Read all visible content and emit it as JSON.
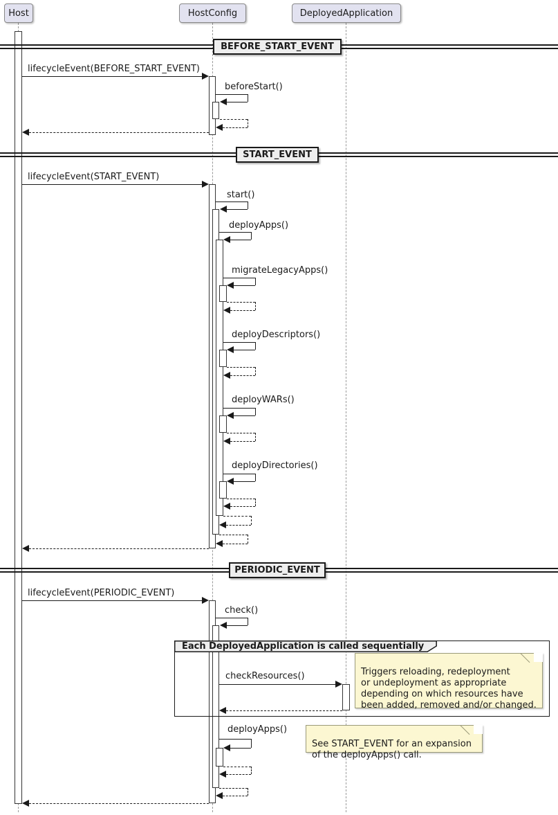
{
  "participants": [
    {
      "label": "Host"
    },
    {
      "label": "HostConfig"
    },
    {
      "label": "DeployedApplication"
    }
  ],
  "dividers": [
    {
      "label": "BEFORE_START_EVENT"
    },
    {
      "label": "START_EVENT"
    },
    {
      "label": "PERIODIC_EVENT"
    }
  ],
  "messages": {
    "lifecycle_before": "lifecycleEvent(BEFORE_START_EVENT)",
    "before_start": "beforeStart()",
    "lifecycle_start": "lifecycleEvent(START_EVENT)",
    "start": "start()",
    "deploy_apps": "deployApps()",
    "migrate_legacy_apps": "migrateLegacyApps()",
    "deploy_descriptors": "deployDescriptors()",
    "deploy_wars": "deployWARs()",
    "deploy_directories": "deployDirectories()",
    "lifecycle_periodic": "lifecycleEvent(PERIODIC_EVENT)",
    "check": "check()",
    "check_resources": "checkResources()",
    "deploy_apps_periodic": "deployApps()"
  },
  "frame": {
    "label": "Each DeployedApplication is called sequentially"
  },
  "notes": [
    {
      "text": "Triggers reloading, redeployment\nor undeployment as appropriate\ndepending on which resources have\nbeen added, removed and/or changed."
    },
    {
      "text": "See START_EVENT for an expansion\nof the deployApps() call."
    }
  ],
  "colors": {
    "participant_fill": "#E2E2F0",
    "participant_border": "#888888",
    "divider_fill": "#EEEEEE",
    "note_fill": "#FCF7D2",
    "note_border": "#9A9A7A",
    "line": "#1A1A1A",
    "lifeline": "#999999",
    "background": "#FFFFFF"
  }
}
